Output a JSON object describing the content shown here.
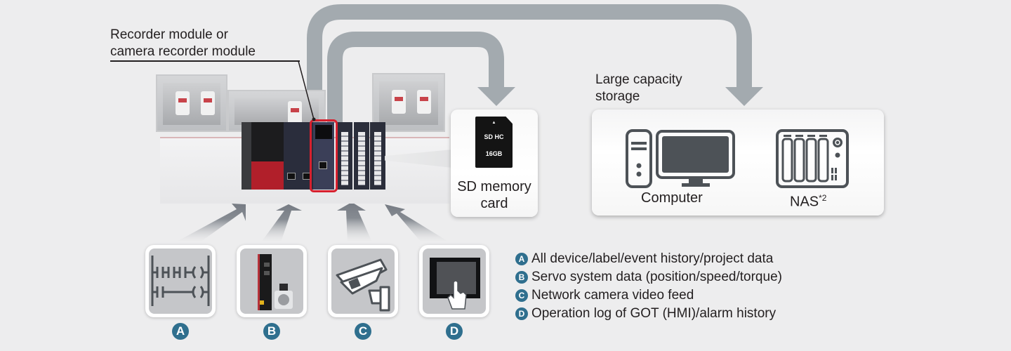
{
  "callout": {
    "line1": "Recorder module or",
    "line2": "camera recorder module"
  },
  "sd_card": {
    "label_line1": "SD memory",
    "label_line2": "card",
    "card_capacity": "16GB",
    "card_type": "SD HC"
  },
  "storage": {
    "title_line1": "Large capacity",
    "title_line2": "storage",
    "computer_label": "Computer",
    "nas_label": "NAS",
    "nas_footnote": "*2"
  },
  "sources": [
    {
      "letter": "A",
      "icon": "ladder-logic-icon"
    },
    {
      "letter": "B",
      "icon": "servo-system-icon"
    },
    {
      "letter": "C",
      "icon": "network-camera-icon"
    },
    {
      "letter": "D",
      "icon": "hmi-touch-panel-icon"
    }
  ],
  "legend": [
    {
      "letter": "A",
      "text": "All device/label/event history/project data"
    },
    {
      "letter": "B",
      "text": "Servo system data (position/speed/torque)"
    },
    {
      "letter": "C",
      "text": "Network camera video feed"
    },
    {
      "letter": "D",
      "text": "Operation log of GOT (HMI)/alarm history"
    }
  ],
  "colors": {
    "background": "#ededee",
    "flow_arrow": "#a3aaaf",
    "highlight": "#d7202e",
    "badge": "#2f6f8e",
    "icon_dark": "#4d5257"
  }
}
